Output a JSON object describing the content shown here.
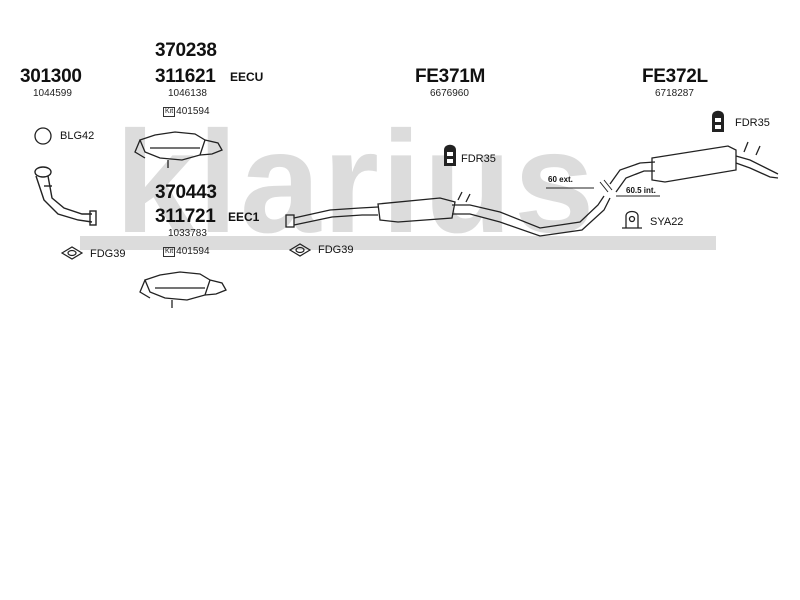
{
  "watermark": {
    "text": "klarius",
    "color": "#d9d9d9"
  },
  "parts": {
    "p301300": {
      "number": "301300",
      "oe": "1044599"
    },
    "p370238": {
      "number": "370238"
    },
    "p311621": {
      "number": "311621",
      "tag": "EECU",
      "oe": "1046138",
      "kit": "401594"
    },
    "p370443": {
      "number": "370443"
    },
    "p311721": {
      "number": "311721",
      "tag": "EEC1",
      "oe": "1033783",
      "kit": "401594"
    },
    "fe371m": {
      "number": "FE371M",
      "oe": "6676960"
    },
    "fe372l": {
      "number": "FE372L",
      "oe": "6718287"
    }
  },
  "accessories": {
    "blg42": "BLG42",
    "fdg39_left": "FDG39",
    "fdg39_mid": "FDG39",
    "fdr35_mid": "FDR35",
    "fdr35_right": "FDR35",
    "sya22": "SYA22"
  },
  "annotations": {
    "ext": "60 ext.",
    "int": "60.5 int."
  },
  "kit_label": "Kit"
}
